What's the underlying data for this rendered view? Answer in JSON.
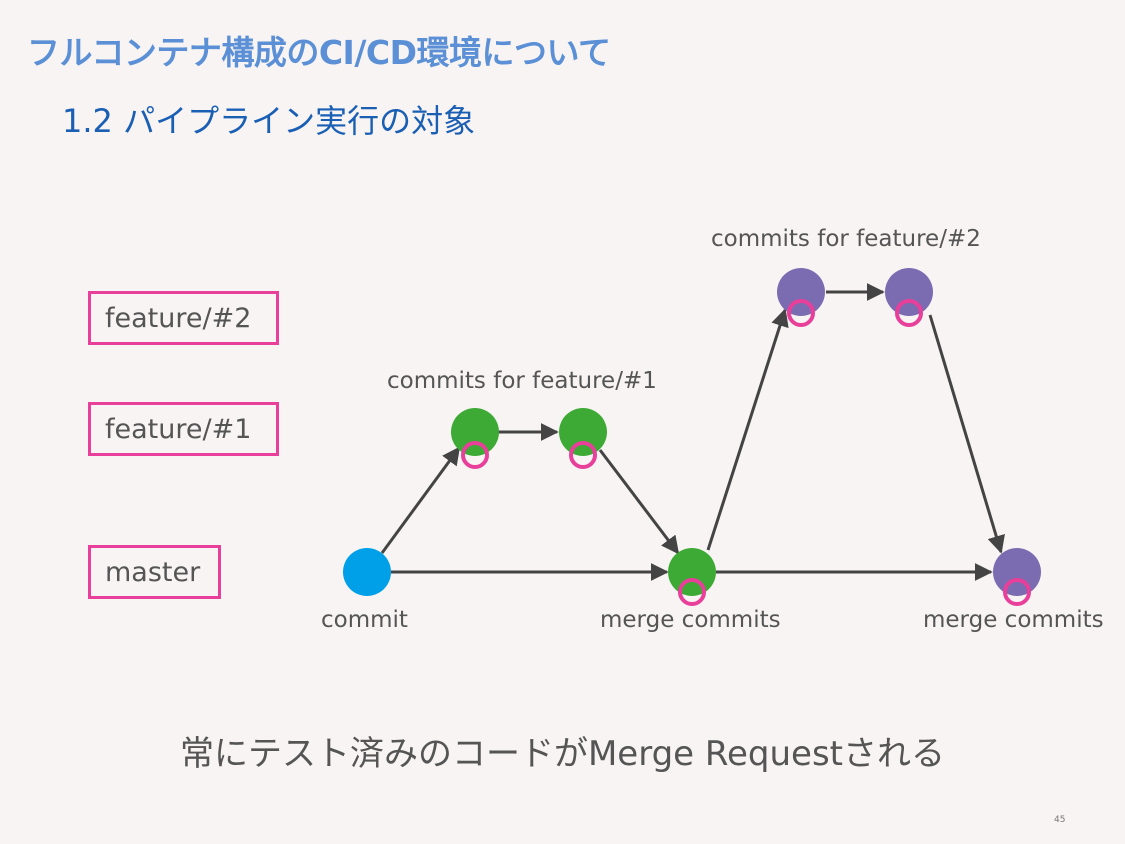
{
  "slide": {
    "title": "フルコンテナ構成のCI/CD環境について",
    "subtitle": "1.2 パイプライン実行の対象",
    "caption": "常にテスト済みのコードがMerge Requestされる",
    "page_number": "45"
  },
  "branches": [
    {
      "name": "feature/#2"
    },
    {
      "name": "feature/#1"
    },
    {
      "name": "master"
    }
  ],
  "labels": {
    "commits_feature2": "commits for feature/#2",
    "commits_feature1": "commits for feature/#1",
    "commit": "commit",
    "merge1": "merge commits",
    "merge2": "merge commits"
  },
  "colors": {
    "master_commit": "#00a0e9",
    "feature1_commit": "#3daa35",
    "feature2_commit": "#7b6bb0",
    "test_passed_marker": "#e8409a",
    "arrow": "#444444",
    "title": "#5b8fd6",
    "subtitle": "#1a5fb4"
  }
}
